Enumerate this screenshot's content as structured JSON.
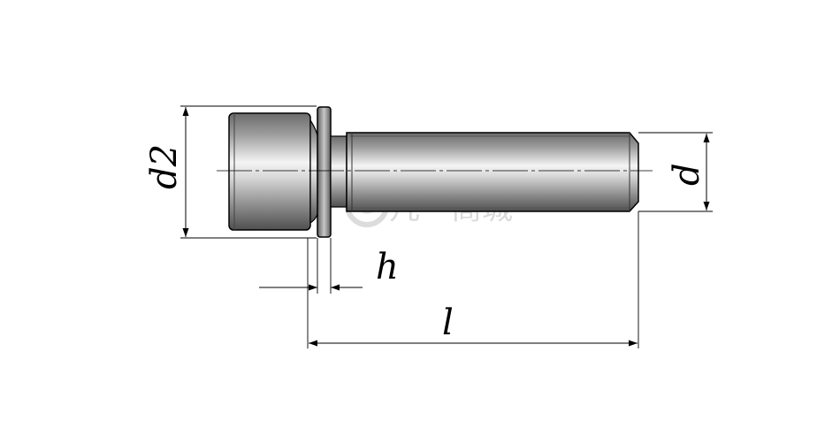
{
  "diagram": {
    "part": "socket-head-screw-with-washer",
    "labels": {
      "head_diameter": "d2",
      "thread_diameter": "d",
      "washer_thickness": "h",
      "length": "l"
    },
    "watermark": "凡一商城",
    "colors": {
      "line": "#000000",
      "metal_dark": "#5a5a5a",
      "metal_mid": "#a9a9a9",
      "metal_light": "#f2f2f2",
      "watermark": "#d9d9d9"
    }
  }
}
